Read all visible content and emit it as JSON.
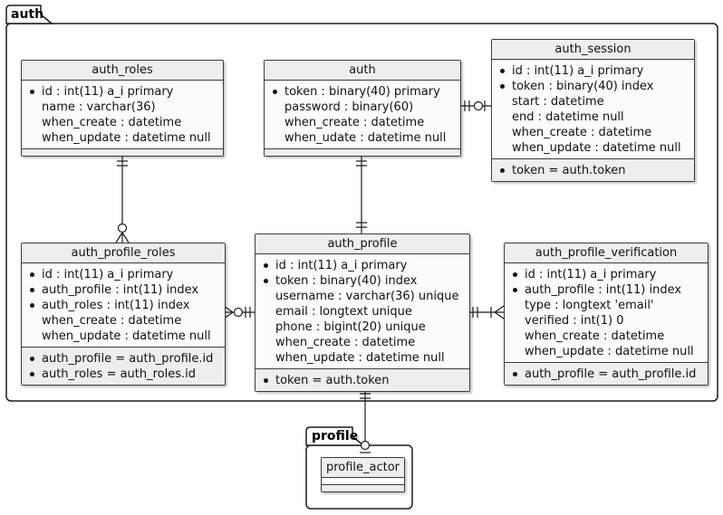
{
  "diagram": {
    "packages": [
      {
        "id": "auth",
        "name": "auth"
      },
      {
        "id": "profile",
        "name": "profile"
      }
    ],
    "entities": [
      {
        "id": "auth_roles",
        "title": "auth_roles",
        "attributes": [
          {
            "bullet": true,
            "text": "id : int(11) a_i primary"
          },
          {
            "bullet": false,
            "text": "name : varchar(36)"
          },
          {
            "bullet": false,
            "text": "when_create : datetime"
          },
          {
            "bullet": false,
            "text": "when_update : datetime null"
          }
        ],
        "constraints": []
      },
      {
        "id": "auth",
        "title": "auth",
        "attributes": [
          {
            "bullet": true,
            "text": "token : binary(40) primary"
          },
          {
            "bullet": false,
            "text": "password : binary(60)"
          },
          {
            "bullet": false,
            "text": "when_create : datetime"
          },
          {
            "bullet": false,
            "text": "when_udate : datetime null"
          }
        ],
        "constraints": []
      },
      {
        "id": "auth_session",
        "title": "auth_session",
        "attributes": [
          {
            "bullet": true,
            "text": "id : int(11) a_i primary"
          },
          {
            "bullet": true,
            "text": "token : binary(40) index"
          },
          {
            "bullet": false,
            "text": "start : datetime"
          },
          {
            "bullet": false,
            "text": "end : datetime null"
          },
          {
            "bullet": false,
            "text": "when_create : datetime"
          },
          {
            "bullet": false,
            "text": "when_update : datetime null"
          }
        ],
        "constraints": [
          {
            "bullet": true,
            "text": "token = auth.token"
          }
        ]
      },
      {
        "id": "auth_profile_roles",
        "title": "auth_profile_roles",
        "attributes": [
          {
            "bullet": true,
            "text": "id : int(11) a_i primary"
          },
          {
            "bullet": true,
            "text": "auth_profile : int(11) index"
          },
          {
            "bullet": true,
            "text": "auth_roles : int(11) index"
          },
          {
            "bullet": false,
            "text": "when_create : datetime"
          },
          {
            "bullet": false,
            "text": "when_update : datetime null"
          }
        ],
        "constraints": [
          {
            "bullet": true,
            "text": "auth_profile = auth_profile.id"
          },
          {
            "bullet": true,
            "text": "auth_roles = auth_roles.id"
          }
        ]
      },
      {
        "id": "auth_profile",
        "title": "auth_profile",
        "attributes": [
          {
            "bullet": true,
            "text": "id : int(11) a_i primary"
          },
          {
            "bullet": true,
            "text": "token : binary(40) index"
          },
          {
            "bullet": false,
            "text": "username : varchar(36) unique"
          },
          {
            "bullet": false,
            "text": "email : longtext unique"
          },
          {
            "bullet": false,
            "text": "phone : bigint(20) unique"
          },
          {
            "bullet": false,
            "text": "when_create : datetime"
          },
          {
            "bullet": false,
            "text": "when_update : datetime null"
          }
        ],
        "constraints": [
          {
            "bullet": true,
            "text": "token = auth.token"
          }
        ]
      },
      {
        "id": "auth_profile_verification",
        "title": "auth_profile_verification",
        "attributes": [
          {
            "bullet": true,
            "text": "id : int(11) a_i primary"
          },
          {
            "bullet": true,
            "text": "auth_profile : int(11) index"
          },
          {
            "bullet": false,
            "text": "type : longtext 'email'"
          },
          {
            "bullet": false,
            "text": "verified : int(1) 0"
          },
          {
            "bullet": false,
            "text": "when_create : datetime"
          },
          {
            "bullet": false,
            "text": "when_update : datetime null"
          }
        ],
        "constraints": [
          {
            "bullet": true,
            "text": "auth_profile = auth_profile.id"
          }
        ]
      },
      {
        "id": "profile_actor",
        "title": "profile_actor",
        "attributes": [],
        "constraints": []
      }
    ],
    "relations": [
      {
        "from": "auth_roles",
        "to": "auth_profile_roles",
        "from_marker": "exactly-one",
        "to_marker": "zero-or-many"
      },
      {
        "from": "auth",
        "to": "auth_profile",
        "from_marker": "exactly-one",
        "to_marker": "exactly-one"
      },
      {
        "from": "auth",
        "to": "auth_session",
        "from_marker": "exactly-one",
        "to_marker": "zero-or-one"
      },
      {
        "from": "auth_profile_roles",
        "to": "auth_profile",
        "from_marker": "zero-or-many",
        "to_marker": "exactly-one"
      },
      {
        "from": "auth_profile",
        "to": "auth_profile_verification",
        "from_marker": "exactly-one",
        "to_marker": "one-or-many"
      },
      {
        "from": "auth_profile",
        "to": "profile",
        "from_marker": "exactly-one",
        "to_marker": "zero-or-one"
      }
    ],
    "colors": {
      "canvas_bg": "#ffffff",
      "entity_header_bg": "#eeeeee",
      "entity_body_bg": "#fcfcfc",
      "entity_border": "#3b3b3b",
      "relation_line": "#1c1c1c",
      "text": "#111111"
    }
  }
}
